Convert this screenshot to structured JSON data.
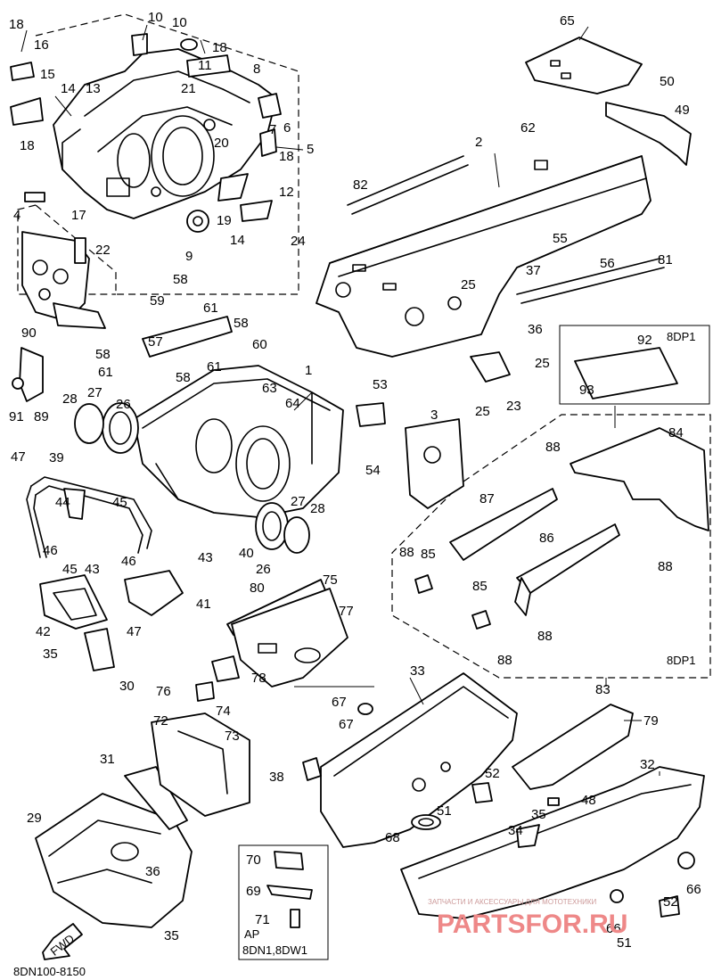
{
  "diagram": {
    "code": "8DN100-8150",
    "direction_label": "FWD",
    "variant_box_label": "8DP1",
    "variant_box_label_lower": "8DP1",
    "ap_box": {
      "line1": "AP",
      "line2": "8DN1,8DW1"
    },
    "watermark": {
      "brand": "PARTSFOR.RU",
      "tagline": "ЗАПЧАСТИ И АКСЕССУАРЫ ДЛЯ МОТОТЕХНИКИ"
    }
  },
  "callouts": [
    {
      "id": "c18a",
      "n": "18"
    },
    {
      "id": "c16",
      "n": "16"
    },
    {
      "id": "c15",
      "n": "15"
    },
    {
      "id": "c14a",
      "n": "14"
    },
    {
      "id": "c13",
      "n": "13"
    },
    {
      "id": "c10a",
      "n": "10"
    },
    {
      "id": "c10b",
      "n": "10"
    },
    {
      "id": "c18b",
      "n": "18"
    },
    {
      "id": "c11",
      "n": "11"
    },
    {
      "id": "c8",
      "n": "8"
    },
    {
      "id": "c21",
      "n": "21"
    },
    {
      "id": "c6",
      "n": "6"
    },
    {
      "id": "c7",
      "n": "7"
    },
    {
      "id": "c5",
      "n": "5"
    },
    {
      "id": "c20",
      "n": "20"
    },
    {
      "id": "c18c",
      "n": "18"
    },
    {
      "id": "c18d",
      "n": "18"
    },
    {
      "id": "c12",
      "n": "12"
    },
    {
      "id": "c19",
      "n": "19"
    },
    {
      "id": "c14b",
      "n": "14"
    },
    {
      "id": "c17",
      "n": "17"
    },
    {
      "id": "c4",
      "n": "4"
    },
    {
      "id": "c22",
      "n": "22"
    },
    {
      "id": "c9",
      "n": "9"
    },
    {
      "id": "c24",
      "n": "24"
    },
    {
      "id": "c65",
      "n": "65"
    },
    {
      "id": "c50",
      "n": "50"
    },
    {
      "id": "c49",
      "n": "49"
    },
    {
      "id": "c62",
      "n": "62"
    },
    {
      "id": "c2",
      "n": "2"
    },
    {
      "id": "c82",
      "n": "82"
    },
    {
      "id": "c55",
      "n": "55"
    },
    {
      "id": "c56",
      "n": "56"
    },
    {
      "id": "c81",
      "n": "81"
    },
    {
      "id": "c25a",
      "n": "25"
    },
    {
      "id": "c37",
      "n": "37"
    },
    {
      "id": "c36a",
      "n": "36"
    },
    {
      "id": "c92",
      "n": "92"
    },
    {
      "id": "c93",
      "n": "93"
    },
    {
      "id": "c25b",
      "n": "25"
    },
    {
      "id": "c23",
      "n": "23"
    },
    {
      "id": "c25c",
      "n": "25"
    },
    {
      "id": "c58a",
      "n": "58"
    },
    {
      "id": "c59",
      "n": "59"
    },
    {
      "id": "c61a",
      "n": "61"
    },
    {
      "id": "c58b",
      "n": "58"
    },
    {
      "id": "c60",
      "n": "60"
    },
    {
      "id": "c57",
      "n": "57"
    },
    {
      "id": "c58c",
      "n": "58"
    },
    {
      "id": "c61b",
      "n": "61"
    },
    {
      "id": "c58d",
      "n": "58"
    },
    {
      "id": "c61c",
      "n": "61"
    },
    {
      "id": "c90",
      "n": "90"
    },
    {
      "id": "c89",
      "n": "89"
    },
    {
      "id": "c91",
      "n": "91"
    },
    {
      "id": "c28a",
      "n": "28"
    },
    {
      "id": "c27a",
      "n": "27"
    },
    {
      "id": "c26a",
      "n": "26"
    },
    {
      "id": "c1",
      "n": "1"
    },
    {
      "id": "c63",
      "n": "63"
    },
    {
      "id": "c64",
      "n": "64"
    },
    {
      "id": "c53",
      "n": "53"
    },
    {
      "id": "c3",
      "n": "3"
    },
    {
      "id": "c54",
      "n": "54"
    },
    {
      "id": "c88a",
      "n": "88"
    },
    {
      "id": "c84",
      "n": "84"
    },
    {
      "id": "c47a",
      "n": "47"
    },
    {
      "id": "c39",
      "n": "39"
    },
    {
      "id": "c44",
      "n": "44"
    },
    {
      "id": "c45a",
      "n": "45"
    },
    {
      "id": "c27b",
      "n": "27"
    },
    {
      "id": "c28b",
      "n": "28"
    },
    {
      "id": "c87",
      "n": "87"
    },
    {
      "id": "c88b",
      "n": "88"
    },
    {
      "id": "c46a",
      "n": "46"
    },
    {
      "id": "c46b",
      "n": "46"
    },
    {
      "id": "c40",
      "n": "40"
    },
    {
      "id": "c26b",
      "n": "26"
    },
    {
      "id": "c86",
      "n": "86"
    },
    {
      "id": "c88c",
      "n": "88"
    },
    {
      "id": "c85a",
      "n": "85"
    },
    {
      "id": "c45b",
      "n": "45"
    },
    {
      "id": "c43a",
      "n": "43"
    },
    {
      "id": "c43b",
      "n": "43"
    },
    {
      "id": "c75",
      "n": "75"
    },
    {
      "id": "c80",
      "n": "80"
    },
    {
      "id": "c41",
      "n": "41"
    },
    {
      "id": "c42",
      "n": "42"
    },
    {
      "id": "c47b",
      "n": "47"
    },
    {
      "id": "c77",
      "n": "77"
    },
    {
      "id": "c85b",
      "n": "85"
    },
    {
      "id": "c88d",
      "n": "88"
    },
    {
      "id": "c88e",
      "n": "88"
    },
    {
      "id": "c35a",
      "n": "35"
    },
    {
      "id": "c30",
      "n": "30"
    },
    {
      "id": "c78",
      "n": "78"
    },
    {
      "id": "c76",
      "n": "76"
    },
    {
      "id": "c74",
      "n": "74"
    },
    {
      "id": "c83",
      "n": "83"
    },
    {
      "id": "c33",
      "n": "33"
    },
    {
      "id": "c67a",
      "n": "67"
    },
    {
      "id": "c67b",
      "n": "67"
    },
    {
      "id": "c79",
      "n": "79"
    },
    {
      "id": "c72",
      "n": "72"
    },
    {
      "id": "c73",
      "n": "73"
    },
    {
      "id": "c31",
      "n": "31"
    },
    {
      "id": "c38",
      "n": "38"
    },
    {
      "id": "c52a",
      "n": "52"
    },
    {
      "id": "c32",
      "n": "32"
    },
    {
      "id": "c48",
      "n": "48"
    },
    {
      "id": "c51a",
      "n": "51"
    },
    {
      "id": "c35b",
      "n": "35"
    },
    {
      "id": "c34",
      "n": "34"
    },
    {
      "id": "c29",
      "n": "29"
    },
    {
      "id": "c68",
      "n": "68"
    },
    {
      "id": "c36b",
      "n": "36"
    },
    {
      "id": "c70",
      "n": "70"
    },
    {
      "id": "c66a",
      "n": "66"
    },
    {
      "id": "c69",
      "n": "69"
    },
    {
      "id": "c71",
      "n": "71"
    },
    {
      "id": "c52b",
      "n": "52"
    },
    {
      "id": "c66b",
      "n": "66"
    },
    {
      "id": "c35c",
      "n": "35"
    },
    {
      "id": "c51b",
      "n": "51"
    }
  ]
}
